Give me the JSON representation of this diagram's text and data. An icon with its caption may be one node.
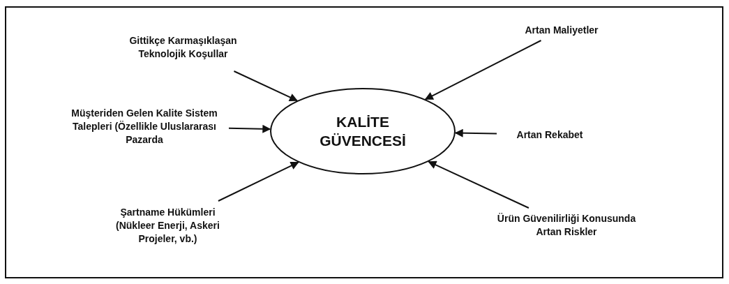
{
  "diagram": {
    "nodes": [
      {
        "text": [
          "KALİTE GÜVENCESİ"
        ]
      },
      {
        "text": [
          "Gittikçe Karmaşıklaşan Teknolojik Koşullar"
        ]
      },
      {
        "text": [
          "Artan Maliyetler"
        ]
      },
      {
        "text": [
          "Müşteriden Gelen Kalite Sistem Talepleri (Özellikle Uluslararası Pazarda"
        ]
      },
      {
        "text": [
          "Artan Rekabet"
        ]
      },
      {
        "text": [
          "Şartname Hükümleri (Nükleer Enerji, Askeri Projeler, vb.)"
        ]
      },
      {
        "text": [
          "Ürün Güvenilirliği Konusunda Artan Riskler"
        ]
      }
    ],
    "edges": [
      {
        "from": 1,
        "to": 0,
        "arrow": "to"
      },
      {
        "from": 2,
        "to": 0,
        "arrow": "to"
      },
      {
        "from": 3,
        "to": 0,
        "arrow": "to"
      },
      {
        "from": 4,
        "to": 0,
        "arrow": "to"
      },
      {
        "from": 5,
        "to": 0,
        "arrow": "to"
      },
      {
        "from": 6,
        "to": 0,
        "arrow": "to"
      }
    ]
  }
}
